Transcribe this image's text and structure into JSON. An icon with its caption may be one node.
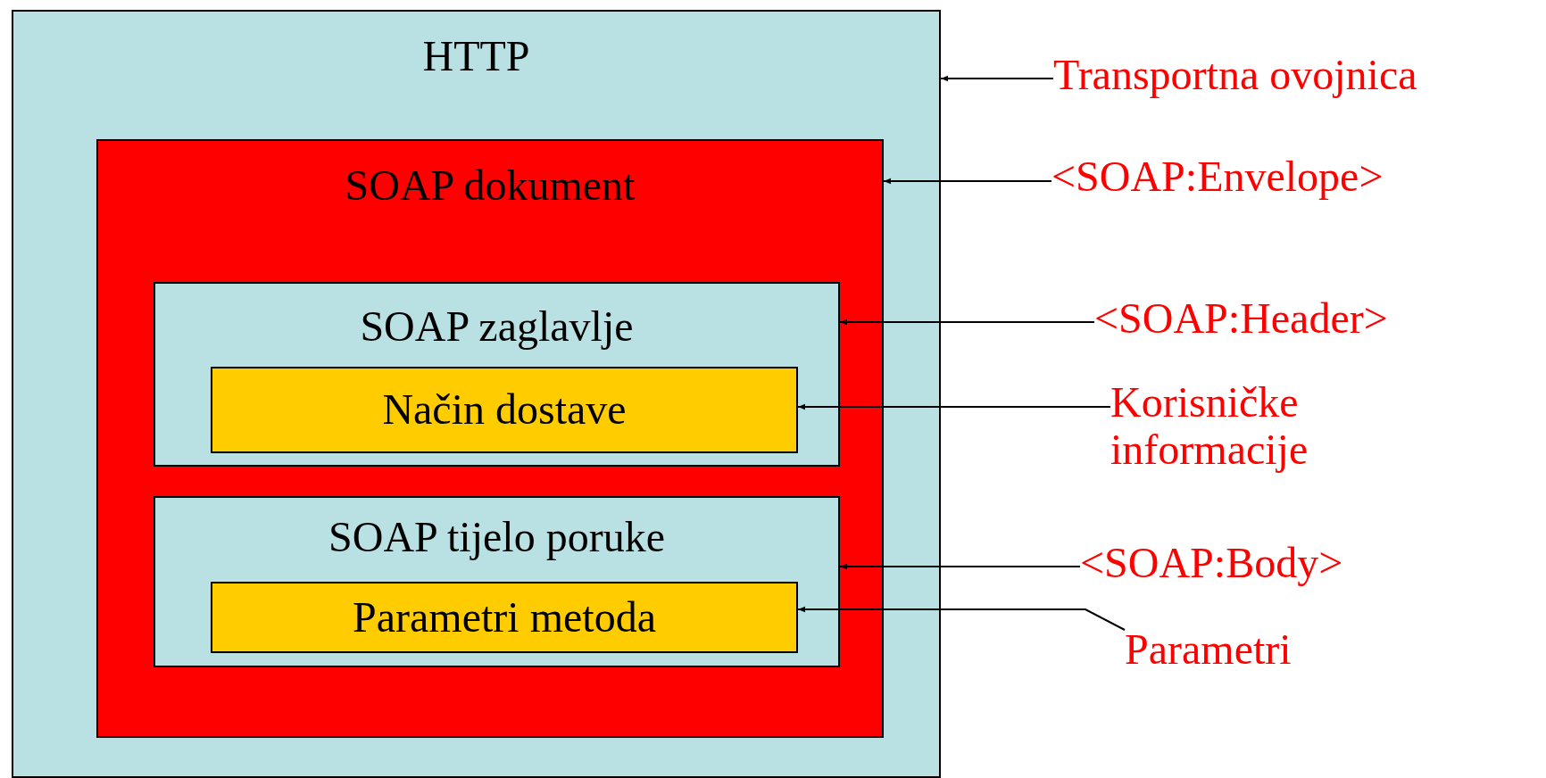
{
  "diagram": {
    "nodes": [
      {
        "text": [
          "HTTP"
        ]
      },
      {
        "text": [
          "SOAP dokument"
        ],
        "in": 0
      },
      {
        "text": [
          "SOAP zaglavlje"
        ],
        "in": 1
      },
      {
        "text": [
          "Način dostave"
        ],
        "in": 2
      },
      {
        "text": [
          "SOAP tijelo poruke"
        ],
        "in": 1
      },
      {
        "text": [
          "Parametri metoda"
        ],
        "in": 4
      },
      {
        "text": [
          "Transportna ovojnica"
        ]
      },
      {
        "text": [
          "<SOAP:Envelope>"
        ]
      },
      {
        "text": [
          "<SOAP:Header>"
        ]
      },
      {
        "text": [
          "Korisničke informacije"
        ]
      },
      {
        "text": [
          "<SOAP:Body>"
        ]
      },
      {
        "text": [
          "Parametri"
        ]
      }
    ],
    "edges": [
      {
        "from": 6,
        "to": 0,
        "arrow": "to"
      },
      {
        "from": 7,
        "to": 1,
        "arrow": "to"
      },
      {
        "from": 8,
        "to": 2,
        "arrow": "to"
      },
      {
        "from": 9,
        "to": 3,
        "arrow": "to"
      },
      {
        "from": 10,
        "to": 4,
        "arrow": "to"
      },
      {
        "from": 11,
        "to": 5,
        "arrow": "to"
      }
    ]
  }
}
